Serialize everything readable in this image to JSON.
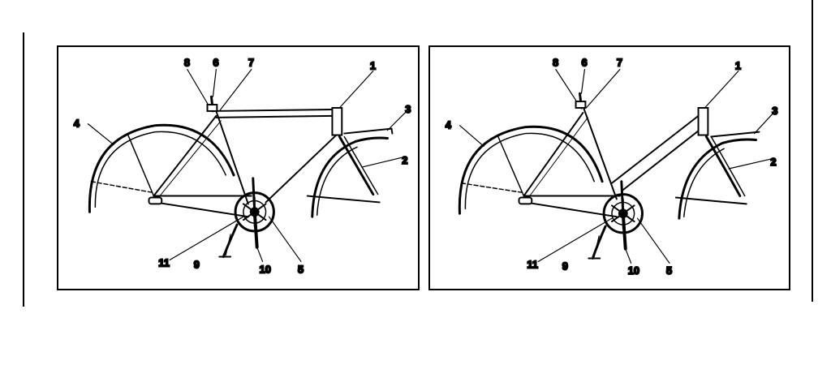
{
  "colors": {
    "ink": "#000000",
    "paper": "#ffffff"
  },
  "panels": [
    {
      "id": "men",
      "callouts": [
        "1",
        "2",
        "3",
        "4",
        "5",
        "6",
        "7",
        "8",
        "9",
        "10",
        "11"
      ]
    },
    {
      "id": "women",
      "callouts": [
        "1",
        "2",
        "3",
        "4",
        "5",
        "6",
        "7",
        "8",
        "9",
        "10",
        "11"
      ]
    }
  ]
}
